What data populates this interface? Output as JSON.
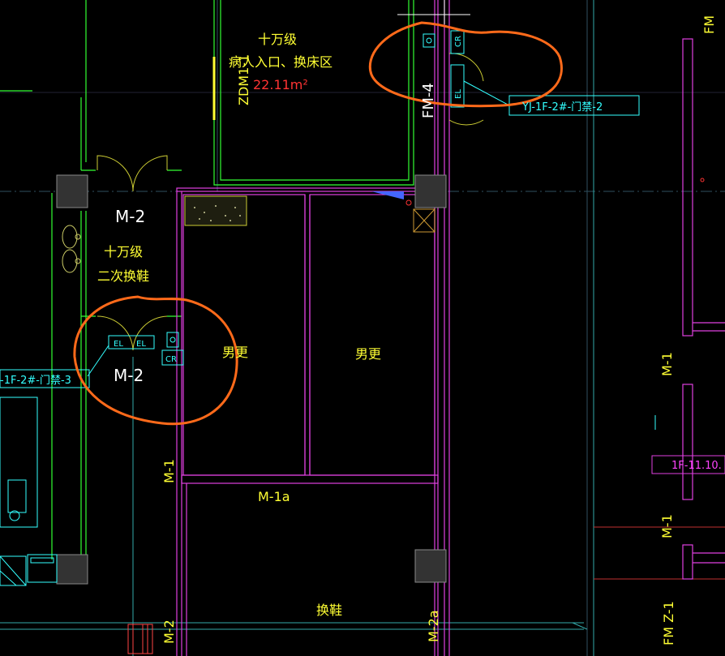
{
  "labels": {
    "grade_top": "十万级",
    "zone_top": "病人入口、换床区",
    "area_top": "22.11m²",
    "door_zdm": "ZDM1-1",
    "door_fm4": "FM-4",
    "tag_top_right": "YJ-1F-2#-门禁-2",
    "door_m2_upper": "M-2",
    "grade_left": "十万级",
    "zone_left": "二次换鞋",
    "door_m2_lower": "M-2",
    "tag_left": "-1F-2#-门禁-3",
    "room_male_left": "男更",
    "room_male_right": "男更",
    "door_m1_left": "M-1",
    "door_m1a": "M-1a",
    "room_shoe": "换鞋",
    "door_m2_bottom": "M-2",
    "door_m2a": "M-2a",
    "door_fm_top": "FM",
    "door_m1_right_1": "M-1",
    "tag_right": "1F-11.10.",
    "door_m1_right_2": "M-1",
    "door_fm_z1": "FM Z-1",
    "el_1": "EL",
    "el_2": "EL",
    "el_3": "EL",
    "cr_1": "CR",
    "cr_2": "CR"
  },
  "colors": {
    "background": "#000000",
    "wall_magenta": "#e040e0",
    "wall_green": "#33ff33",
    "text_yellow": "#ffff33",
    "text_red": "#ff3333",
    "cyan": "#33ffff",
    "annotation_orange": "#ff6a1a",
    "grid": "#3a5a6a"
  }
}
